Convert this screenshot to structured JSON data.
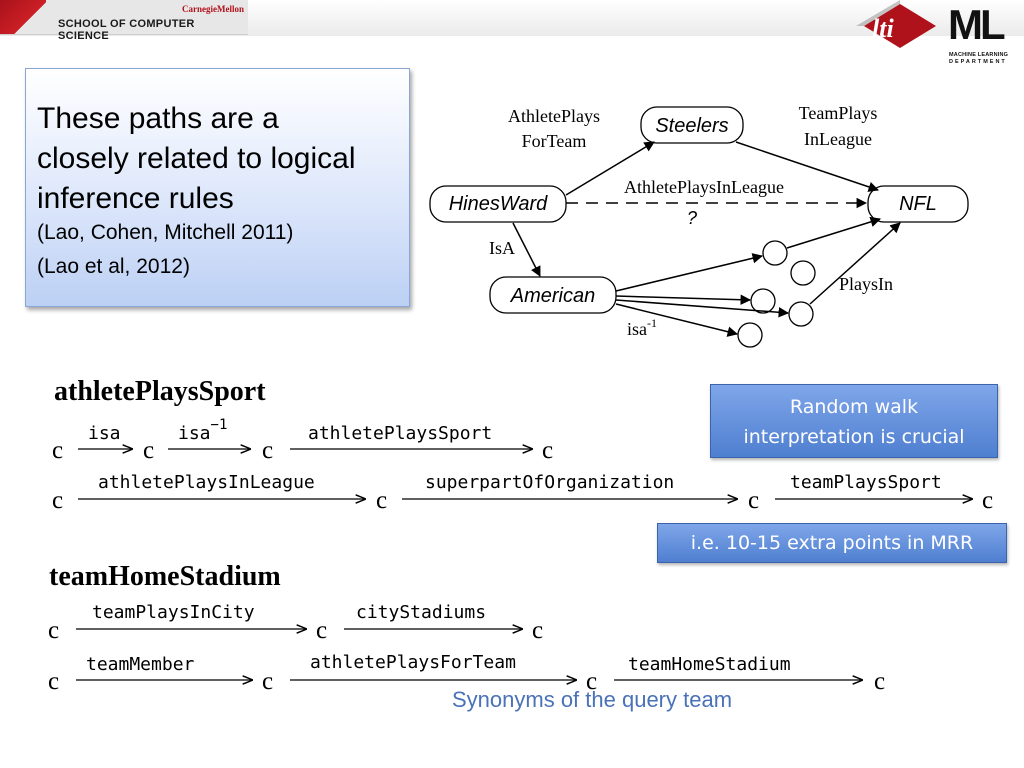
{
  "header": {
    "cmu_name": "CarnegieMellon",
    "school": "SCHOOL OF COMPUTER SCIENCE",
    "lti_logo": "lti",
    "ml_logo": "ML",
    "ml_sub1": "MACHINE LEARNING",
    "ml_sub2": "DEPARTMENT"
  },
  "claim": {
    "line1": "These paths are a",
    "line2": "closely related to logical",
    "line3": "inference rules",
    "ref1": "(Lao, Cohen, Mitchell 2011)",
    "ref2": "(Lao et al, 2012)"
  },
  "graph": {
    "nodes": {
      "hinesward": "HinesWard",
      "steelers": "Steelers",
      "nfl": "NFL",
      "american": "American"
    },
    "edges": {
      "athlete_plays_for_team_1": "AthletePlays",
      "athlete_plays_for_team_2": "ForTeam",
      "team_plays_in_league_1": "TeamPlays",
      "team_plays_in_league_2": "InLeague",
      "athlete_plays_in_league": "AthletePlaysInLeague",
      "question": "?",
      "isa": "IsA",
      "plays_in": "PlaysIn",
      "isa_inverse": "isa",
      "isa_inverse_sup": "-1"
    }
  },
  "rules": {
    "sport": {
      "title": "athletePlaysSport",
      "path1": {
        "c": "c",
        "r1": "isa",
        "r2": "isa",
        "r2_sup": "−1",
        "r3": "athletePlaysSport"
      },
      "path2": {
        "c": "c",
        "r1": "athletePlaysInLeague",
        "r2": "superpartOfOrganization",
        "r3": "teamPlaysSport"
      }
    },
    "stadium": {
      "title": "teamHomeStadium",
      "path1": {
        "c": "c",
        "r1": "teamPlaysInCity",
        "r2": "cityStadiums"
      },
      "path2": {
        "c": "c",
        "r1": "teamMember",
        "r2": "athletePlaysForTeam",
        "r3": "teamHomeStadium"
      }
    }
  },
  "callouts": {
    "random_walk_1": "Random walk",
    "random_walk_2": "interpretation is crucial",
    "mrr": "i.e. 10-15 extra points in MRR",
    "synonyms": "Synonyms of the query team"
  },
  "colors": {
    "cmu_red": "#b0121b",
    "callout_blue": "#5b86d6",
    "note_blue": "#4a72b8"
  }
}
